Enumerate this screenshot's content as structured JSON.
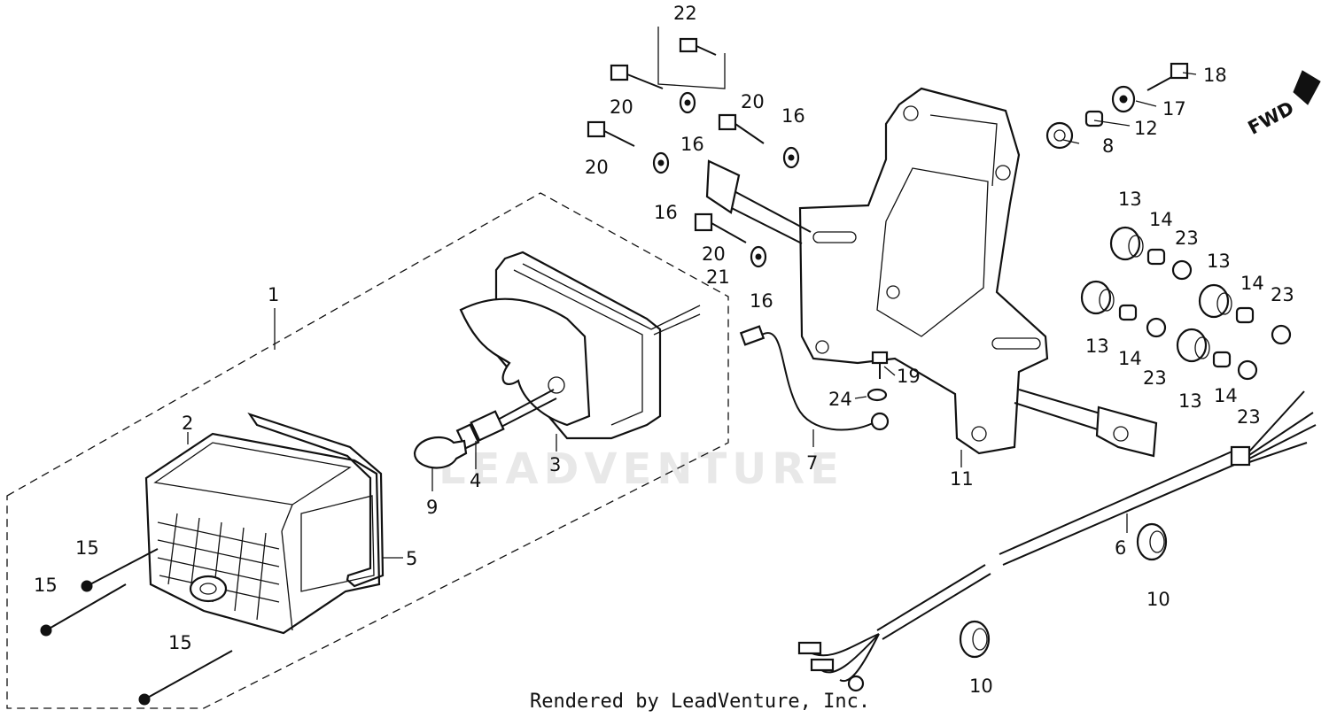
{
  "direction_label": "FWD",
  "watermark": "LEADVENTURE",
  "footer": "Rendered by LeadVenture, Inc.",
  "callouts": {
    "c1": "1",
    "c2": "2",
    "c3": "3",
    "c4": "4",
    "c5": "5",
    "c6": "6",
    "c7": "7",
    "c8": "8",
    "c9": "9",
    "c10a": "10",
    "c10b": "10",
    "c11": "11",
    "c12": "12",
    "c13a": "13",
    "c13b": "13",
    "c13c": "13",
    "c13d": "13",
    "c14a": "14",
    "c14b": "14",
    "c14c": "14",
    "c14d": "14",
    "c15a": "15",
    "c15b": "15",
    "c15c": "15",
    "c16a": "16",
    "c16b": "16",
    "c16c": "16",
    "c16d": "16",
    "c17": "17",
    "c18": "18",
    "c19": "19",
    "c20a": "20",
    "c20b": "20",
    "c20c": "20",
    "c20d": "20",
    "c21": "21",
    "c22": "22",
    "c23a": "23",
    "c23b": "23",
    "c23c": "23",
    "c23d": "23",
    "c24": "24"
  }
}
